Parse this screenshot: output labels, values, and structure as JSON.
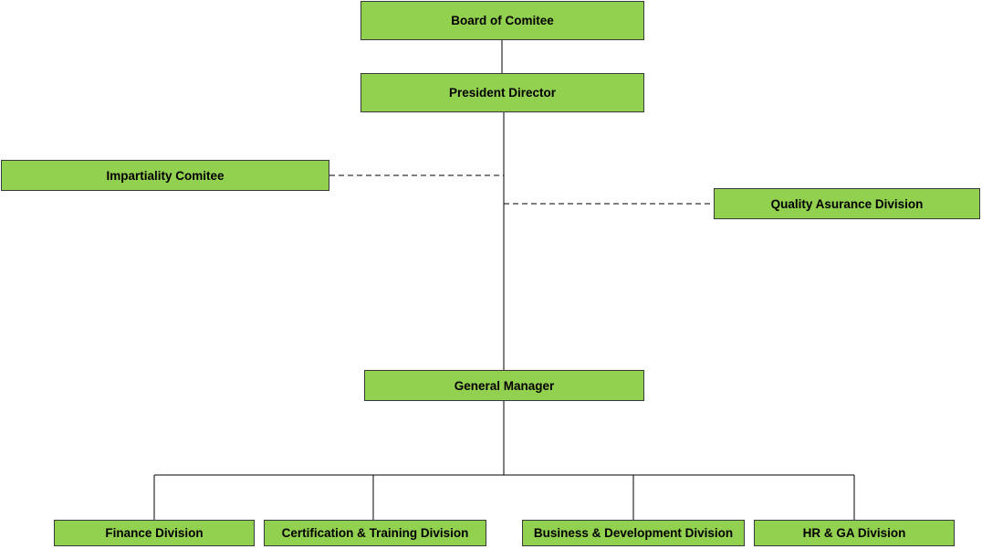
{
  "colors": {
    "node_fill": "#92d050",
    "border": "#3a3a3a",
    "connector": "#000000"
  },
  "nodes": {
    "board": "Board of Comitee",
    "president": "President Director",
    "impartiality": "Impartiality Comitee",
    "quality_assurance": "Quality Asurance Division",
    "general_manager": "General Manager",
    "finance": "Finance Division",
    "certification_training": "Certification & Training Division",
    "business_development": "Business & Development Division",
    "hr_ga": "HR & GA Division"
  },
  "relations": [
    {
      "from": "board",
      "to": "president",
      "style": "solid"
    },
    {
      "from": "president",
      "to": "general_manager",
      "style": "solid"
    },
    {
      "from": "president",
      "to": "impartiality",
      "style": "dashed"
    },
    {
      "from": "president",
      "to": "quality_assurance",
      "style": "dashed"
    },
    {
      "from": "general_manager",
      "to": "finance",
      "style": "solid"
    },
    {
      "from": "general_manager",
      "to": "certification_training",
      "style": "solid"
    },
    {
      "from": "general_manager",
      "to": "business_development",
      "style": "solid"
    },
    {
      "from": "general_manager",
      "to": "hr_ga",
      "style": "solid"
    }
  ]
}
